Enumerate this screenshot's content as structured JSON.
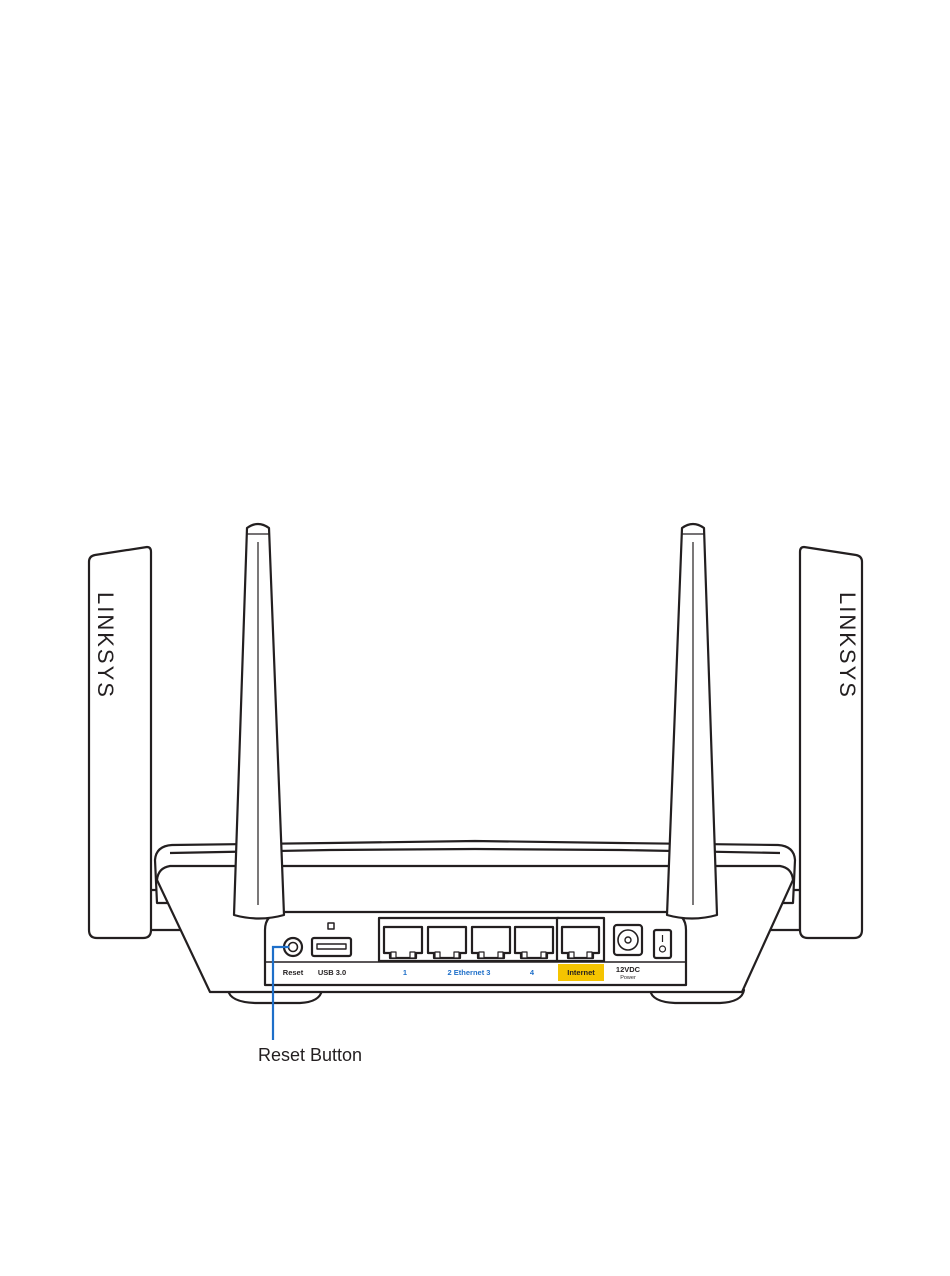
{
  "brand": {
    "left_antenna_text": "LINKSYS",
    "right_antenna_text": "LINKSYS"
  },
  "ports": {
    "reset": "Reset",
    "usb": "USB 3.0",
    "ethernet_1": "1",
    "ethernet_2_3": "2 Ethernet 3",
    "ethernet_4": "4",
    "internet": "Internet",
    "power_top": "12VDC",
    "power_bottom": "Power"
  },
  "callout": {
    "label": "Reset Button"
  },
  "colors": {
    "outline": "#231f20",
    "ethernet_label": "#1e6fc9",
    "internet_highlight": "#f5c400",
    "callout_line": "#1e6fc9"
  }
}
